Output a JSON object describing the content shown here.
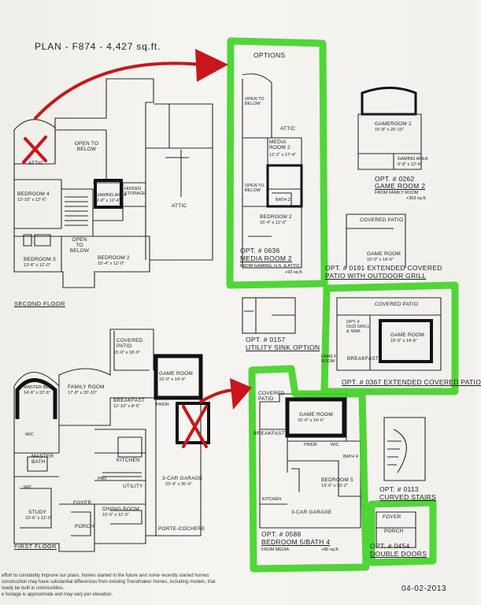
{
  "plan_title": "PLAN - F874 - 4,427 sq.ft.",
  "options_heading": "OPTIONS",
  "second_floor_label": "SECOND FLOOR",
  "first_floor_label": "FIRST FLOOR",
  "date": "04-02-2013",
  "accent_colors": {
    "highlight": "#3ad11e",
    "annotation": "#c8161b",
    "ink": "#222222"
  },
  "second_floor_rooms": {
    "attic_left": "ATTIC",
    "open_to_below_top": "OPEN TO BELOW",
    "bedroom4": "BEDROOM 4",
    "bedroom4_dim": "12'-10\" x 12'-6\"",
    "gaming_area": "GAMING AREA",
    "gaming_area_dim": "9'-8\" x 12'-4\"",
    "hidden_storage": "HIDDEN STORAGE",
    "attic_right": "ATTIC",
    "open_to_below_mid": "OPEN TO BELOW",
    "bedroom3": "BEDROOM 3",
    "bedroom3_dim": "13'-6\" x 12'-0\"",
    "bedroom2": "BEDROOM 2",
    "bedroom2_dim": "15'-4\" x 12'-0\""
  },
  "first_floor_rooms": {
    "master_bed": "MASTER BED",
    "master_bed_dim": "14'-6\" x 22'-6\"",
    "family_room": "FAMILY ROOM",
    "family_room_dim": "17'-8\" x 20'-10\"",
    "covered_patio": "COVERED PATIO",
    "covered_patio_dim": "15'-0\" x 18'-9\"",
    "game_room": "GAME ROOM",
    "game_room_dim": "15'-0\" x 14'-6\"",
    "breakfast": "BREAKFAST",
    "breakfast_dim": "12'-10\" x 8'-6\"",
    "pwdr": "PWDR",
    "wic1": "WIC",
    "wic2": "WIC",
    "master_bath": "MASTER BATH",
    "kitchen": "KITCHEN",
    "utility": "UTILITY",
    "pan": "PAN",
    "garage": "3-CAR GARAGE",
    "garage_dim": "23'-4\" x 35'-6\"",
    "foyer": "FOYER",
    "study": "STUDY",
    "study_dim": "13'-6\" x 12'-0\"",
    "dining": "DINING ROOM",
    "dining_dim": "15'-0\" x 12'-0\"",
    "porch": "PORCH",
    "porte_cochere": "PORTE-COCHERE"
  },
  "media_option": {
    "open_to_below_a": "OPEN TO BELOW",
    "attic": "ATTIC",
    "media_room": "MEDIA ROOM 2",
    "media_room_dim": "12'-2\" x 17'-4\"",
    "open_to_below_b": "OPEN TO BELOW",
    "bath": "BATH 2",
    "bedroom": "BEDROOM 2",
    "bedroom_dim": "15'-4\" x 12'-0\"",
    "opt_line1": "OPT. # 0636",
    "opt_line2": "MEDIA ROOM 2",
    "opt_note": "FROM GAMING, H.S. & ATTIC",
    "opt_sqft": "+93 sq.ft."
  },
  "game_room2_option": {
    "room": "GAMEROOM 2",
    "room_dim": "15'-8\" x 20'-10\"",
    "gaming_area": "GAMING AREA",
    "gaming_area_dim": "9'-8\" x 12'-4\"",
    "opt_line1": "OPT. # 0262",
    "opt_line2": "GAME ROOM 2",
    "opt_note": "FROM FAMILY ROOM",
    "opt_sqft": "+363 sq.ft."
  },
  "patio_option": {
    "covered_patio": "COVERED PATIO",
    "game_room": "GAME ROOM",
    "game_room_dim": "15'-0\" x 14'-6\"",
    "opt_line1": "OPT. # 0191 EXTENDED COVERED",
    "opt_line2": "PATIO WITH OUTDOOR GRILL"
  },
  "utility_option": {
    "opt_line1": "OPT. # 0157",
    "opt_line2": "UTILITY SINK OPTION"
  },
  "extended_patio_option": {
    "covered_patio": "COVERED PATIO",
    "opt_small": "OPT. # 0163 GRILL & SINK",
    "family_room": "FAMILY ROOM",
    "breakfast": "BREAKFAST",
    "game_room": "GAME ROOM",
    "game_room_dim": "15'-0\" x 14'-6\"",
    "opt_line": "OPT. # 0367 EXTENDED COVERED PATIO"
  },
  "bedroom5_option": {
    "covered_patio": "COVERED PATIO",
    "game_room": "GAME ROOM",
    "game_room_dim": "15'-0\" x 14'-6\"",
    "breakfast": "BREAKFAST",
    "pwdr": "PWDR",
    "wic": "WIC",
    "bath": "BATH 4",
    "bedroom": "BEDROOM 5",
    "bedroom_dim": "13'-0\" x 13'-2\"",
    "kitchen": "KITCHEN",
    "garage": "3-CAR GARAGE",
    "opt_line1": "OPT. # 0588",
    "opt_line2": "BEDROOM 5/BATH 4",
    "opt_note": "FROM MEDIA",
    "opt_sqft": "+80 sq.ft."
  },
  "stairs_option": {
    "opt_line1": "OPT. # 0113",
    "opt_line2": "CURVED STAIRS"
  },
  "doors_option": {
    "foyer": "FOYER",
    "porch": "PORCH",
    "opt_line1": "OPT. # 0454",
    "opt_line2": "DOUBLE DOORS"
  },
  "disclaimer": [
    "effort to constantly improve our plans, homes started in the future and some recently started homes",
    "construction may have substantial differences from existing Trendmaker homes, including models, that",
    "ready be built in communities.",
    "e footage is approximate and may vary per elevation."
  ]
}
